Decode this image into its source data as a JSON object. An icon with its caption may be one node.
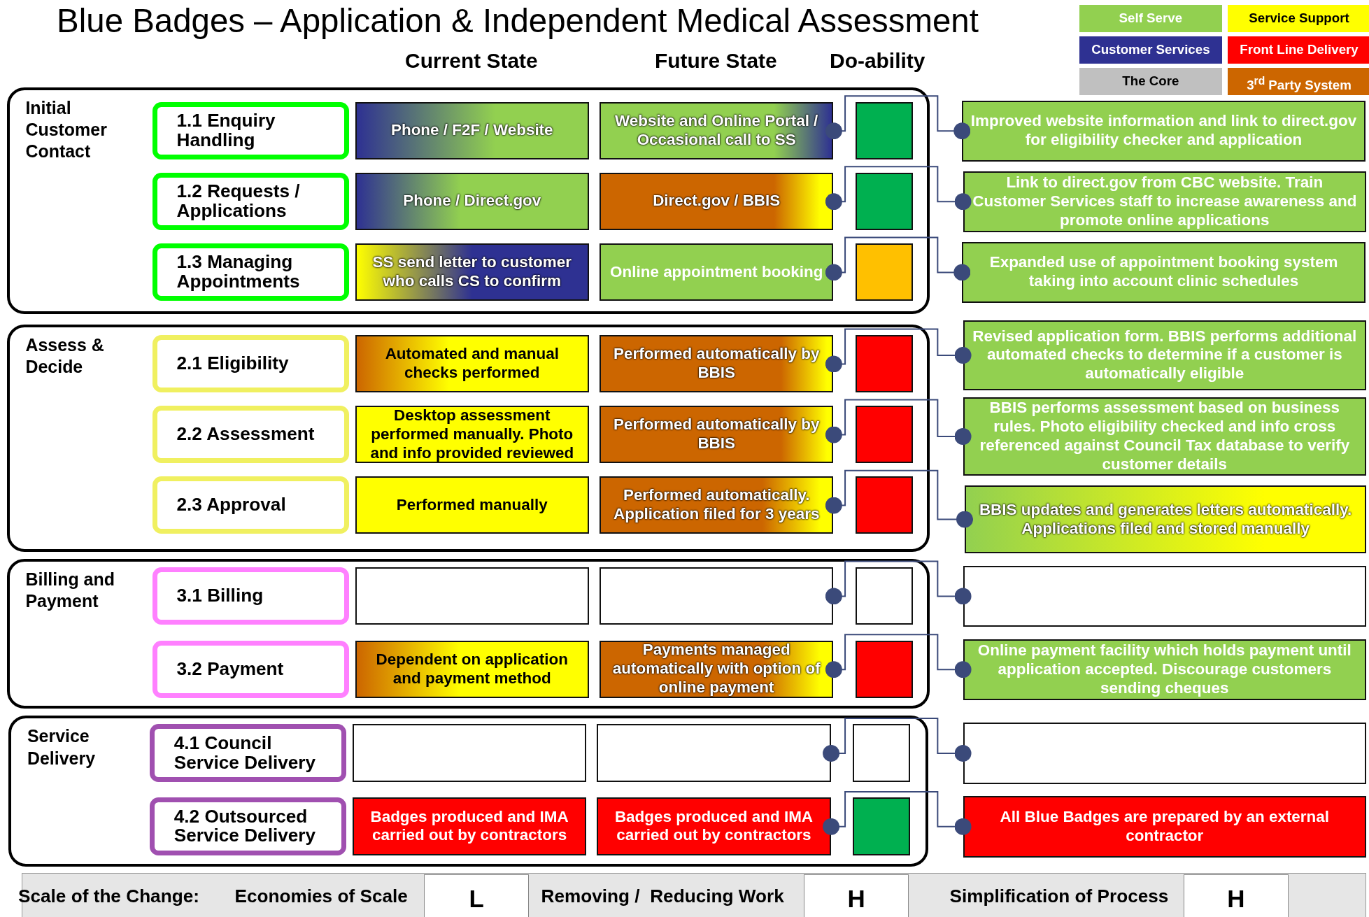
{
  "diagram": {
    "title": "Blue Badges – Application & Independent Medical Assessment",
    "nodes": [
      {
        "text": [
          "Initial Customer Contact"
        ]
      },
      {
        "text": [
          "1.1 Enquiry Handling"
        ],
        "in": 0
      },
      {
        "text": [
          "Phone / F2F / Website"
        ],
        "in": 0
      },
      {
        "text": [
          "Website and Online Portal / Occasional call to SS"
        ],
        "in": 0
      },
      {
        "text": [],
        "shape": "box",
        "in": 0
      },
      {
        "text": [
          "Improved website information and link to direct.gov for eligibility checker and application"
        ]
      },
      {
        "text": [
          "1.2 Requests / Applications"
        ],
        "in": 0
      },
      {
        "text": [
          "Phone / Direct.gov"
        ],
        "in": 0
      },
      {
        "text": [
          "Direct.gov / BBIS"
        ],
        "in": 0
      },
      {
        "text": [],
        "shape": "box",
        "in": 0
      },
      {
        "text": [
          "Link to direct.gov from CBC website. Train Customer Services staff to increase awareness and promote online applications"
        ]
      },
      {
        "text": [
          "1.3 Managing Appointments"
        ],
        "in": 0
      },
      {
        "text": [
          "SS send letter to customer who calls CS to confirm"
        ],
        "in": 0
      },
      {
        "text": [
          "Online appointment booking"
        ],
        "in": 0
      },
      {
        "text": [],
        "shape": "box",
        "in": 0
      },
      {
        "text": [
          "Expanded use of appointment booking system taking into account clinic schedules"
        ]
      },
      {
        "text": [
          "Assess & Decide"
        ]
      },
      {
        "text": [
          "2.1 Eligibility"
        ],
        "in": 16
      },
      {
        "text": [
          "Automated and manual checks performed"
        ],
        "in": 16
      },
      {
        "text": [
          "Performed automatically by BBIS"
        ],
        "in": 16
      },
      {
        "text": [],
        "shape": "box",
        "in": 16
      },
      {
        "text": [
          "Revised application form. BBIS performs additional automated checks to determine if a customer is automatically eligible"
        ]
      },
      {
        "text": [
          "2.2 Assessment"
        ],
        "in": 16
      },
      {
        "text": [
          "Desktop assessment performed manually. Photo and info provided reviewed"
        ],
        "in": 16
      },
      {
        "text": [
          "Performed automatically by BBIS"
        ],
        "in": 16
      },
      {
        "text": [],
        "shape": "box",
        "in": 16
      },
      {
        "text": [
          "BBIS performs assessment based on business rules. Photo eligibility checked and info cross referenced against Council Tax database to verify customer details"
        ]
      },
      {
        "text": [
          "2.3 Approval"
        ],
        "in": 16
      },
      {
        "text": [
          "Performed manually"
        ],
        "in": 16
      },
      {
        "text": [
          "Performed automatically. Application filed for 3 years"
        ],
        "in": 16
      },
      {
        "text": [],
        "shape": "box",
        "in": 16
      },
      {
        "text": [
          "BBIS updates and generates letters automatically. Applications filed and stored manually"
        ]
      },
      {
        "text": [
          "Billing and Payment"
        ]
      },
      {
        "text": [
          "3.1 Billing"
        ],
        "in": 32
      },
      {
        "text": [],
        "shape": "box",
        "in": 32
      },
      {
        "text": [],
        "shape": "box",
        "in": 32
      },
      {
        "text": [],
        "shape": "box",
        "in": 32
      },
      {
        "text": [],
        "shape": "box"
      },
      {
        "text": [
          "3.2 Payment"
        ],
        "in": 32
      },
      {
        "text": [
          "Dependent on application and payment method"
        ],
        "in": 32
      },
      {
        "text": [
          "Payments managed automatically with option of online payment"
        ],
        "in": 32
      },
      {
        "text": [],
        "shape": "box",
        "in": 32
      },
      {
        "text": [
          "Online payment facility which holds payment until application accepted. Discourage customers sending cheques"
        ]
      },
      {
        "text": [
          "Service Delivery"
        ]
      },
      {
        "text": [
          "4.1 Council Service Delivery"
        ],
        "in": 43
      },
      {
        "text": [],
        "shape": "box",
        "in": 43
      },
      {
        "text": [],
        "shape": "box",
        "in": 43
      },
      {
        "text": [],
        "shape": "box",
        "in": 43
      },
      {
        "text": [],
        "shape": "box"
      },
      {
        "text": [
          "4.2 Outsourced Service Delivery"
        ],
        "in": 43
      },
      {
        "text": [
          "Badges produced and IMA carried out by contractors"
        ],
        "in": 43
      },
      {
        "text": [
          "Badges produced and IMA carried out by contractors"
        ],
        "in": 43
      },
      {
        "text": [],
        "shape": "box",
        "in": 43
      },
      {
        "text": [
          "All Blue Badges are prepared by an external contractor"
        ]
      },
      {
        "text": [
          "Scale of the Change:",
          "Economies of Scale",
          "Removing /  Reducing Work",
          "Simplification of Process"
        ]
      },
      {
        "text": [
          "L"
        ],
        "in": 54
      },
      {
        "text": [
          "H"
        ],
        "in": 54
      },
      {
        "text": [
          "H"
        ],
        "in": 54
      }
    ],
    "edges": [
      {
        "from": 3,
        "to": 5,
        "arrow": "other"
      },
      {
        "from": 8,
        "to": 10,
        "arrow": "other"
      },
      {
        "from": 13,
        "to": 15,
        "arrow": "other"
      },
      {
        "from": 19,
        "to": 21,
        "arrow": "other"
      },
      {
        "from": 24,
        "to": 26,
        "arrow": "other"
      },
      {
        "from": 29,
        "to": 31,
        "arrow": "other"
      },
      {
        "from": 35,
        "to": 37,
        "arrow": "other"
      },
      {
        "from": 40,
        "to": 42,
        "arrow": "other"
      },
      {
        "from": 46,
        "to": 48,
        "arrow": "other"
      },
      {
        "from": 51,
        "to": 53,
        "arrow": "other"
      }
    ],
    "labels": [
      "Current State",
      "Future State",
      "Do-ability"
    ],
    "legend": [
      {
        "text": "Self Serve",
        "color": "#92d050"
      },
      {
        "text": "Service Support",
        "color": "#ffff00"
      },
      {
        "text": "Customer Services",
        "color": "#2e3192"
      },
      {
        "text": "Front Line Delivery",
        "color": "#ff0000"
      },
      {
        "text": "The Core",
        "color": "#c0c0c0"
      },
      {
        "text": "3$^{rd}$ Party System",
        "color": "#cc6600"
      }
    ]
  }
}
